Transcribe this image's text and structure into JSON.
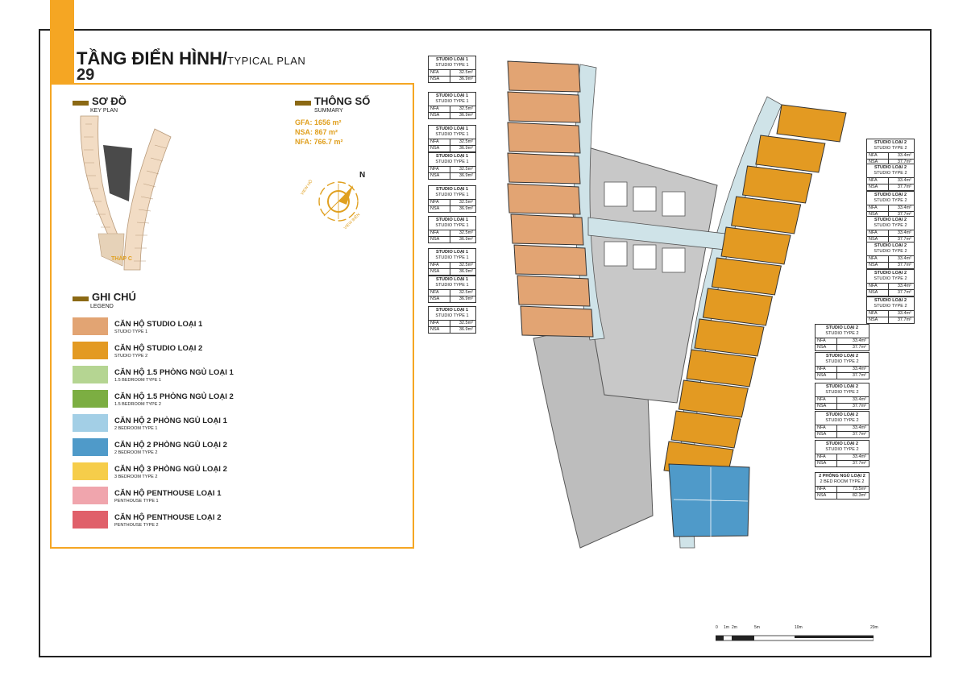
{
  "header": {
    "title_main": "TẦNG ĐIỂN HÌNH/",
    "title_sub": "TYPICAL PLAN",
    "floor": "29"
  },
  "key_plan": {
    "title": "SƠ ĐỒ",
    "subtitle": "KEY PLAN",
    "tower_label": "THÁP C"
  },
  "summary": {
    "title": "THÔNG SỐ",
    "subtitle": "SUMMARY",
    "gfa": "GFA: 1656 m²",
    "nsa": "NSA: 867 m²",
    "nfa": "NFA: 766.7 m²"
  },
  "compass": {
    "north": "N",
    "view_a": "VIEW HỒ",
    "view_b": "VIEW BIỂN"
  },
  "legend": {
    "title": "GHI CHÚ",
    "subtitle": "LEGEND",
    "items": [
      {
        "label": "CĂN HỘ STUDIO LOẠI 1",
        "sub": "STUDIO TYPE 1",
        "color": "#e2a473"
      },
      {
        "label": "CĂN HỘ STUDIO LOẠI 2",
        "sub": "STUDIO TYPE 2",
        "color": "#e39a22"
      },
      {
        "label": "CĂN HỘ 1.5 PHÒNG NGỦ LOẠI 1",
        "sub": "1.5 BEDROOM TYPE 1",
        "color": "#b5d592"
      },
      {
        "label": "CĂN HỘ 1.5 PHÒNG NGỦ LOẠI 2",
        "sub": "1.5 BEDROOM TYPE 2",
        "color": "#7cae42"
      },
      {
        "label": "CĂN HỘ 2 PHÒNG NGỦ LOẠI 1",
        "sub": "2 BEDROOM TYPE 1",
        "color": "#a3cfe6"
      },
      {
        "label": "CĂN HỘ 2 PHÒNG NGỦ LOẠI 2",
        "sub": "2 BEDROOM TYPE 2",
        "color": "#4f9ac9"
      },
      {
        "label": "CĂN HỘ 3 PHÒNG NGỦ LOẠI 2",
        "sub": "3 BEDROOM TYPE 2",
        "color": "#f6cd4a"
      },
      {
        "label": "CĂN HỘ PENTHOUSE LOẠI 1",
        "sub": "PENTHOUSE TYPE 1",
        "color": "#f0a5ad"
      },
      {
        "label": "CĂN HỘ PENTHOUSE LOẠI 2",
        "sub": "PENTHOUSE TYPE 2",
        "color": "#e0606a"
      }
    ]
  },
  "units_left": [
    {
      "title": "STUDIO LOẠI 1",
      "sub": "STUDIO TYPE 1",
      "nfa": "32.5m²",
      "nsa": "36.9m²"
    },
    {
      "title": "STUDIO LOẠI 1",
      "sub": "STUDIO TYPE 1",
      "nfa": "32.5m²",
      "nsa": "36.9m²"
    },
    {
      "title": "STUDIO LOẠI 1",
      "sub": "STUDIO TYPE 1",
      "nfa": "32.5m²",
      "nsa": "36.9m²"
    },
    {
      "title": "STUDIO LOẠI 1",
      "sub": "STUDIO TYPE 1",
      "nfa": "32.5m²",
      "nsa": "36.9m²"
    },
    {
      "title": "STUDIO LOẠI 1",
      "sub": "STUDIO TYPE 1",
      "nfa": "32.5m²",
      "nsa": "36.9m²"
    },
    {
      "title": "STUDIO LOẠI 1",
      "sub": "STUDIO TYPE 1",
      "nfa": "32.5m²",
      "nsa": "36.9m²"
    },
    {
      "title": "STUDIO LOẠI 1",
      "sub": "STUDIO TYPE 1",
      "nfa": "32.5m²",
      "nsa": "36.9m²"
    },
    {
      "title": "STUDIO LOẠI 1",
      "sub": "STUDIO TYPE 1",
      "nfa": "32.5m²",
      "nsa": "36.9m²"
    },
    {
      "title": "STUDIO LOẠI 1",
      "sub": "STUDIO TYPE 1",
      "nfa": "32.5m²",
      "nsa": "36.9m²"
    }
  ],
  "units_right": [
    {
      "title": "STUDIO LOẠI 2",
      "sub": "STUDIO TYPE 2",
      "nfa": "33.4m²",
      "nsa": "37.7m²"
    },
    {
      "title": "STUDIO LOẠI 2",
      "sub": "STUDIO TYPE 2",
      "nfa": "33.4m²",
      "nsa": "37.7m²"
    },
    {
      "title": "STUDIO LOẠI 2",
      "sub": "STUDIO TYPE 2",
      "nfa": "33.4m²",
      "nsa": "37.7m²"
    },
    {
      "title": "STUDIO LOẠI 2",
      "sub": "STUDIO TYPE 2",
      "nfa": "33.4m²",
      "nsa": "37.7m²"
    },
    {
      "title": "STUDIO LOẠI 2",
      "sub": "STUDIO TYPE 2",
      "nfa": "33.4m²",
      "nsa": "37.7m²"
    },
    {
      "title": "STUDIO LOẠI 2",
      "sub": "STUDIO TYPE 2",
      "nfa": "33.4m²",
      "nsa": "37.7m²"
    },
    {
      "title": "STUDIO LOẠI 2",
      "sub": "STUDIO TYPE 2",
      "nfa": "33.4m²",
      "nsa": "37.7m²"
    }
  ],
  "units_mid": [
    {
      "title": "STUDIO LOẠI 2",
      "sub": "STUDIO TYPE 2",
      "nfa": "33.4m²",
      "nsa": "37.7m²"
    },
    {
      "title": "STUDIO LOẠI 2",
      "sub": "STUDIO TYPE 2",
      "nfa": "33.4m²",
      "nsa": "37.7m²"
    },
    {
      "title": "STUDIO LOẠI 2",
      "sub": "STUDIO TYPE 2",
      "nfa": "33.4m²",
      "nsa": "37.7m²"
    },
    {
      "title": "STUDIO LOẠI 2",
      "sub": "STUDIO TYPE 2",
      "nfa": "33.4m²",
      "nsa": "37.7m²"
    },
    {
      "title": "STUDIO LOẠI 2",
      "sub": "STUDIO TYPE 2",
      "nfa": "33.4m²",
      "nsa": "37.7m²"
    },
    {
      "title": "2 PHÒNG NGỦ LOẠI 2",
      "sub": "2 BED ROOM TYPE 2",
      "nfa": "73.5m²",
      "nsa": "82.3m²"
    }
  ],
  "scale_bar": {
    "labels": [
      "0",
      "1m",
      "2m",
      "5m",
      "10m",
      "20m"
    ]
  }
}
